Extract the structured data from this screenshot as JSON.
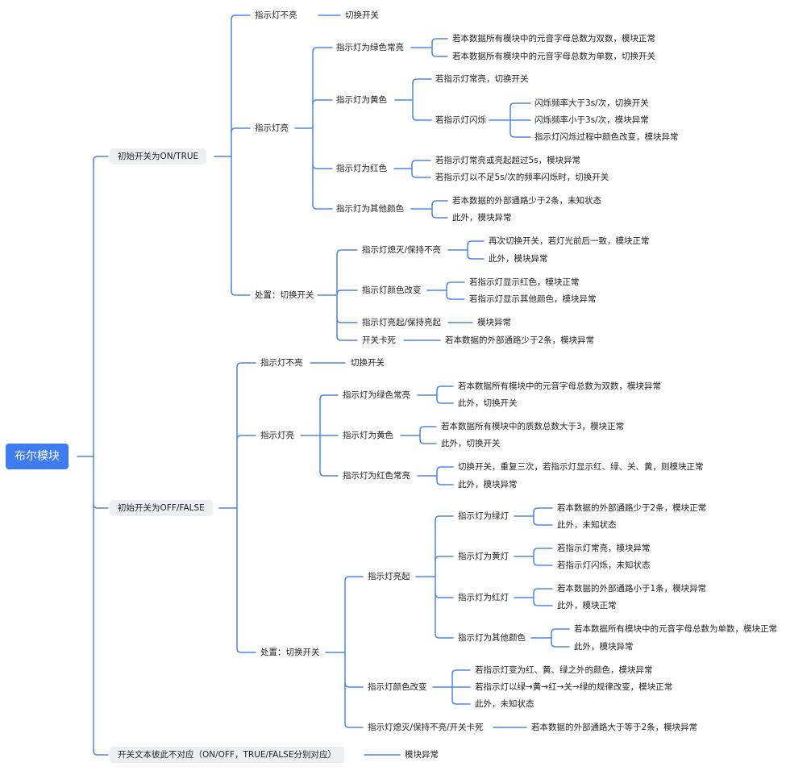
{
  "root": "布尔模块",
  "branches": {
    "on": {
      "label": "初始开关为ON/TRUE",
      "off_light": {
        "label": "指示灯不亮",
        "action": "切换开关"
      },
      "lit": {
        "label": "指示灯亮",
        "green": {
          "label": "指示灯为绿色常亮",
          "even": "若本数据所有模块中的元音字母总数为双数，模块正常",
          "odd": "若本数据所有模块中的元音字母总数为单数，切换开关"
        },
        "yellow": {
          "label": "指示灯为黄色",
          "steady": "若指示灯常亮，切换开关",
          "flash": {
            "label": "若指示灯闪烁",
            "gt": "闪烁频率大于3s/次，切换开关",
            "lt": "闪烁频率小于3s/次，模块异常",
            "change": "指示灯闪烁过程中颜色改变，模块异常"
          }
        },
        "red": {
          "label": "指示灯为红色",
          "a": "若指示灯常亮或亮起超过5s，模块异常",
          "b": "若指示灯以不足5s/次的频率闪烁时，切换开关"
        },
        "other": {
          "label": "指示灯为其他颜色",
          "a": "若本数据的外部通路少于2条，未知状态",
          "b": "此外，模块异常"
        }
      },
      "handle": {
        "label": "处置：切换开关",
        "dim": {
          "label": "指示灯熄灭/保持不亮",
          "a": "再次切换开关，若灯光前后一致，模块正常",
          "b": "此外，模块异常"
        },
        "color": {
          "label": "指示灯颜色改变",
          "a": "若指示灯显示红色，模块正常",
          "b": "若指示灯显示其他颜色，模块异常"
        },
        "light": {
          "label": "指示灯亮起/保持亮起",
          "a": "模块异常"
        },
        "stuck": {
          "label": "开关卡死",
          "a": "若本数据的外部通路少于2条，模块异常"
        }
      }
    },
    "off": {
      "label": "初始开关为OFF/FALSE",
      "off_light": {
        "label": "指示灯不亮",
        "action": "切换开关"
      },
      "lit": {
        "label": "指示灯亮",
        "green": {
          "label": "指示灯为绿色常亮",
          "a": "若本数据所有模块中的元音字母总数为双数，模块异常",
          "b": "此外，切换开关"
        },
        "yellow": {
          "label": "指示灯为黄色",
          "a": "若本数据所有模块中的质数总数大于3，模块正常",
          "b": "此外，切换开关"
        },
        "red": {
          "label": "指示灯为红色常亮",
          "a": "切换开关，重复三次，若指示灯显示红、绿、关、黄，则模块正常",
          "b": "此外，模块异常"
        }
      },
      "handle": {
        "label": "处置：切换开关",
        "lit_up": {
          "label": "指示灯亮起",
          "green": {
            "label": "指示灯为绿灯",
            "a": "若本数据的外部通路少于2条，模块正常",
            "b": "此外，未知状态"
          },
          "yellow": {
            "label": "指示灯为黄灯",
            "a": "若指示灯常亮，模块异常",
            "b": "若指示灯闪烁，未知状态"
          },
          "red": {
            "label": "指示灯为红灯",
            "a": "若本数据的外部通路小于1条，模块异常",
            "b": "此外，模块正常"
          },
          "other": {
            "label": "指示灯为其他颜色",
            "a": "若本数据所有模块中的元音字母总数为单数，模块正常",
            "b": "此外，模块异常"
          }
        },
        "color": {
          "label": "指示灯颜色改变",
          "a": "若指示灯变为红、黄、绿之外的颜色，模块异常",
          "b": "若指示灯以绿→黄→红→关→绿的规律改变，模块正常",
          "c": "此外，未知状态"
        },
        "dim": {
          "label": "指示灯熄灭/保持不亮/开关卡死",
          "a": "若本数据的外部通路大于等于2条，模块异常"
        }
      }
    },
    "mismatch": {
      "label": "开关文本彼此不对应（ON/OFF，TRUE/FALSE分别对应）",
      "result": "模块异常"
    }
  }
}
